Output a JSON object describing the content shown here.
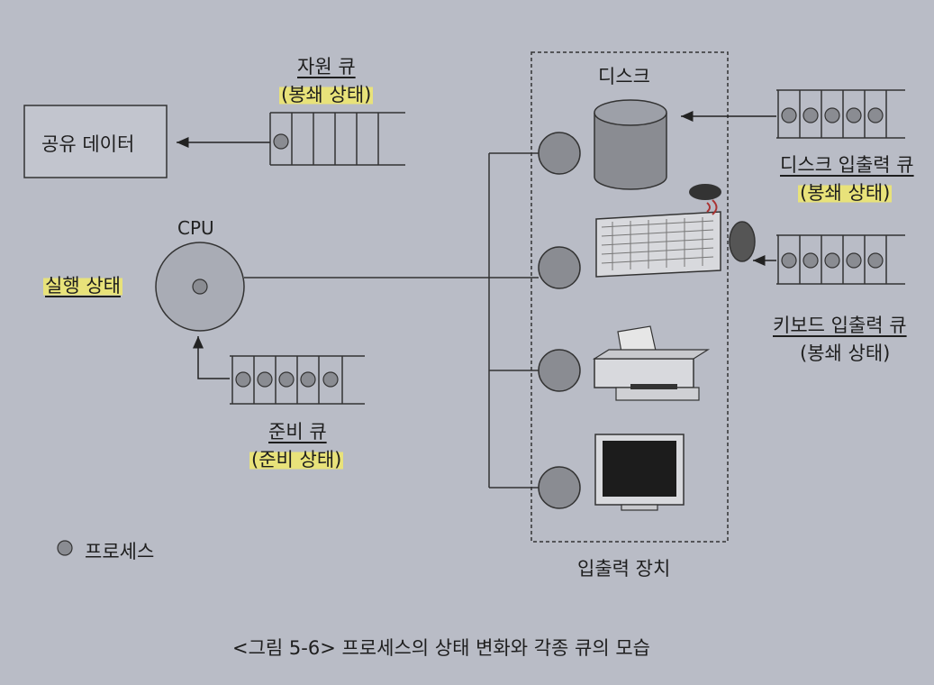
{
  "shared_data": {
    "label": "공유 데이터"
  },
  "resource_queue": {
    "title": "자원 큐",
    "state": "(봉쇄 상태)"
  },
  "cpu": {
    "label": "CPU",
    "state": "실행 상태"
  },
  "ready_queue": {
    "title": "준비 큐",
    "state": "(준비 상태)"
  },
  "io_devices": {
    "label": "입출력 장치",
    "disk": {
      "label": "디스크"
    }
  },
  "disk_queue": {
    "title": "디스크 입출력 큐",
    "state": "(봉쇄 상태)"
  },
  "keyboard_queue": {
    "title": "키보드 입출력 큐",
    "state": "(봉쇄 상태)"
  },
  "legend": {
    "label": "프로세스"
  },
  "caption": "<그림 5-6> 프로세스의 상태 변화와 각종 큐의 모습",
  "colors": {
    "process": "#8a8c92",
    "highlight": "#e8e27a",
    "background": "#b9bcc6"
  }
}
